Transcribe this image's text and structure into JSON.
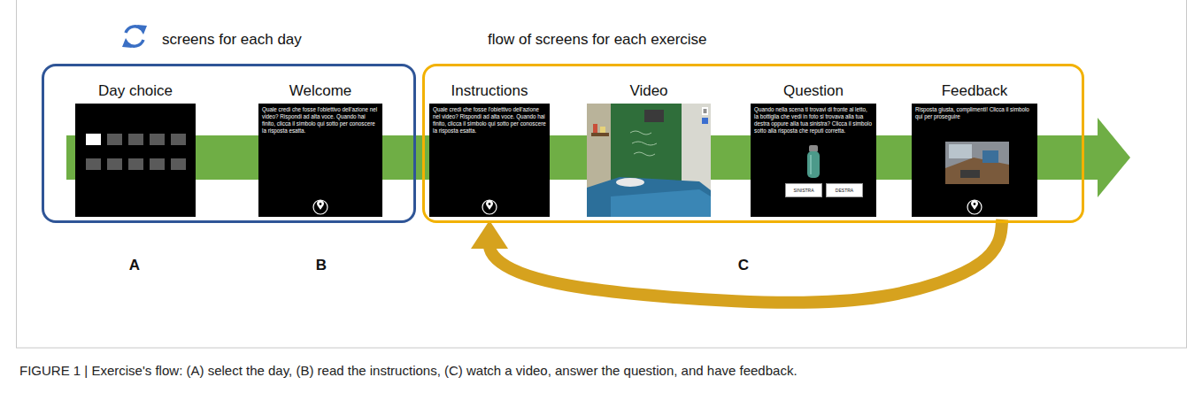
{
  "diagram": {
    "caption": "FIGURE 1 | Exercise's flow: (A) select the day, (B) read the instructions, (C) watch a video, answer the question, and have feedback.",
    "nodes": [
      {
        "text": [
          "screens for each day"
        ]
      },
      {
        "text": [
          "Day choice"
        ],
        "in": 0
      },
      {
        "text": [
          "Welcome",
          "Quale credi che fosse l'obiettivo dell'azione nel video? Rispondi ad alta voce. Quando hai finito, clicca il simbolo qui sotto per conoscere la risposta esatta."
        ],
        "in": 0
      },
      {
        "text": [
          "flow of screens for each exercise"
        ]
      },
      {
        "text": [
          "Instructions",
          "Quale credi che fosse l'obiettivo dell'azione nel video? Rispondi ad alta voce. Quando hai finito, clicca il simbolo qui sotto per conoscere la risposta esatta."
        ],
        "in": 3
      },
      {
        "text": [
          "Video"
        ],
        "in": 3
      },
      {
        "text": [
          "Question",
          "Quando nella scena ti trovavi di fronte al letto, la bottiglia che vedi in foto si trovava alla tua destra oppure alla tua sinistra? Clicca il simbolo sotto alla risposta che reputi corretta."
        ],
        "in": 3
      },
      {
        "text": [
          "SINISTRA"
        ],
        "in": 6
      },
      {
        "text": [
          "DESTRA"
        ],
        "in": 6
      },
      {
        "text": [
          "Feedback",
          "Risposta giusta, complimenti! Clicca il simbolo qui per proseguire"
        ],
        "in": 3
      }
    ],
    "edges": [
      {
        "from": 9,
        "to": 4,
        "arrow": "to"
      }
    ],
    "labels": [
      "A",
      "B",
      "C"
    ]
  }
}
